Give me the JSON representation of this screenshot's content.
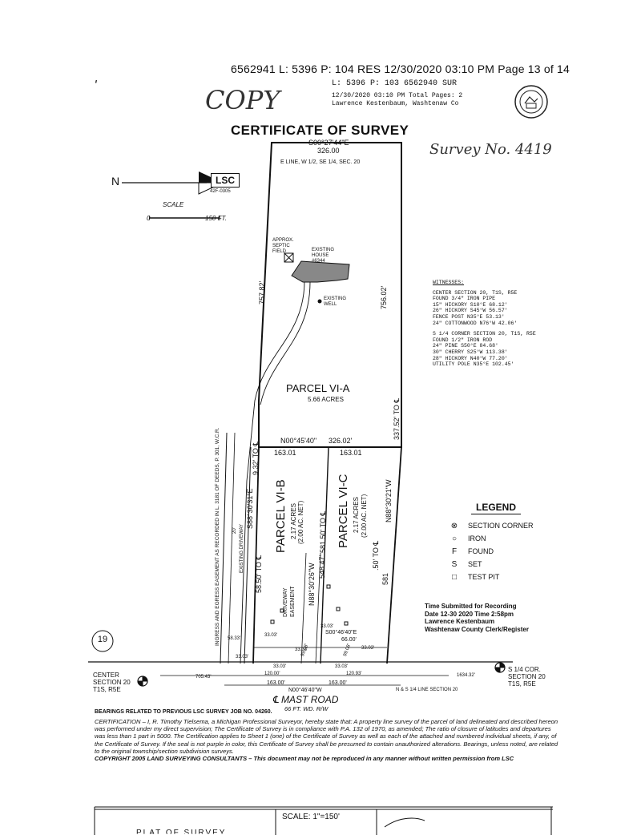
{
  "recording_header": {
    "line1": "6562941  L: 5396  P: 104  RES   12/30/2020  03:10 PM   Page 13 of 14",
    "line2": "L: 5396  P: 103   6562940    SUR",
    "line3": "12/30/2020 03:10 PM   Total Pages: 2",
    "line4": "Lawrence Kestenbaum, Washtenaw Co"
  },
  "copy_stamp": "COPY",
  "survey_no": "Survey No. 4419",
  "title": "CERTIFICATE OF SURVEY",
  "north_label": "N",
  "lsc_logo": "LSC",
  "lsc_number": "42F-0305",
  "scale_label": "SCALE",
  "scale_ticks": {
    "start": "0",
    "end": "150 FT."
  },
  "top_bearing": "S00°27'44\"E",
  "top_distance": "326.00",
  "top_line_label": "E LINE, W 1/2, SE 1/4, SEC. 20",
  "septic_label": [
    "APPROX.",
    "SEPTIC",
    "FIELD"
  ],
  "house_label": [
    "EXISTING",
    "HOUSE",
    "#6344"
  ],
  "well_label": [
    "EXISTING",
    "WELL"
  ],
  "left_distance": "757.82'",
  "right_distance": "756.02'",
  "parcel_va": {
    "name": "PARCEL VI-A",
    "acres": "5.66 ACRES"
  },
  "right_tie": "337.52' TO ℄",
  "mid_bearing": "N00°45'40\"",
  "mid_distance": "326.02'",
  "mid_sub1": "163.01",
  "mid_sub2": "163.01",
  "left_tie": "9.32' TO ℄",
  "left_bearing": "S88°30'31\"E",
  "left_bottom": "58.50' TO ℄",
  "drive_label": "EXISTING DRIVEWAY",
  "drive_width": "20'",
  "easement_note": "INGRESS AND EGRESS EASEMENT AS RECORDED IN L. 3181 OF DEEDS, P. 301, W.C.R.",
  "parcel_vb": {
    "name": "PARCEL VI-B",
    "acres": "2.17 ACRES",
    "net": "(2.00 AC. NET)"
  },
  "parcel_vc": {
    "name": "PARCEL VI-C",
    "acres": "2.17 ACRES",
    "net": "(2.00 AC. NET)"
  },
  "center_line_1": "581.50' TO ℄",
  "center_line_2": "548.47'",
  "center_bearing": "N88°30'26\"W",
  "right_bearing": "N88°30'21\"W",
  "right_lower": ".50' TO ℄",
  "right_lower2": "581",
  "driveway_easement": "DRIVEWAY EASEMENT",
  "small_bearing": "S00°46'40\"E",
  "small_dist": "66.00'",
  "small_dims": [
    "33.03'",
    "33.03'",
    "33.03'",
    "33.03'",
    "33.03'",
    "99.08'",
    "99.08'"
  ],
  "bottom_sub": [
    "120.00'",
    "163.00'",
    "163.00'",
    "120.93'",
    "33.03'",
    "33.03'"
  ],
  "bottom_bearing": "N00°46'40\"W",
  "left_corner_dist": "58.33'",
  "far_left_dist": "705.43'",
  "far_right_dist": "1634.32'",
  "center_section": [
    "CENTER",
    "SECTION 20",
    "T1S, R5E"
  ],
  "s_quarter": [
    "S 1/4 COR.",
    "SECTION 20",
    "T1S, R5E"
  ],
  "ns_line": "N & S 1/4 LINE SECTION 20",
  "road": {
    "name": "℄ MAST ROAD",
    "width": "66 FT. WD. R/W"
  },
  "circle_number": "19",
  "witnesses": {
    "title": "WITNESSES:",
    "group1": [
      "CENTER SECTION 20, T1S, R5E",
      "FOUND 3/4\" IRON PIPE",
      "15\"  HICKORY    S10°E   68.12'",
      "26\"  HICKORY    S45°W   56.57'",
      "FENCE POST       N35°E   53.13'",
      "24\"  COTTONWOOD  N76°W   42.06'"
    ],
    "group2": [
      "S 1/4 CORNER SECTION 20, T1S, R5E",
      "FOUND 1/2\" IRON ROD",
      "24\"  PINE       S50°E   84.68'",
      "30\"  CHERRY     S25°W  113.38'",
      "28\"  HICKORY    N40°W   77.20'",
      "UTILITY POLE     N35°E  102.45'"
    ]
  },
  "legend": {
    "title": "LEGEND",
    "items": [
      {
        "symbol": "⊗",
        "label": "SECTION CORNER"
      },
      {
        "symbol": "○",
        "label": "IRON"
      },
      {
        "symbol": "F",
        "label": "FOUND"
      },
      {
        "symbol": "S",
        "label": "SET"
      },
      {
        "symbol": "□",
        "label": "TEST PIT"
      }
    ]
  },
  "recording_stamp": {
    "line1": "Time Submitted for Recording",
    "line2": "Date 12-30 2020 Time 2:58pm",
    "line3": "Lawrence Kestenbaum",
    "line4": "Washtenaw County Clerk/Register"
  },
  "bearings_note": "BEARINGS RELATED TO PREVIOUS LSC SURVEY JOB NO. 04260.",
  "certification": "CERTIFICATION – I, R. Timothy Tielsema, a Michigan Professional Surveyor, hereby state that: A property line survey of the parcel of land delineated and described hereon was performed under my direct supervision; The Certificate of Survey is in compliance with P.A. 132 of 1970, as amended; The ratio of closure of latitudes and departures was less than 1 part in 5000. The Certification applies to Sheet 1 (one) of the Certificate of Survey as well as each of the attached and numbered individual sheets, if any, of the Certificate of Survey. If the seal is not purple in color, this Certificate of Survey shall be presumed to contain unauthorized alterations. Bearings, unless noted, are related to the original township/section subdivision surveys.",
  "copyright": "COPYRIGHT 2005 LAND SURVEYING CONSULTANTS – This document may not be reproduced in any manner without written permission from LSC",
  "footer_scale": "SCALE:  1\"=150'",
  "footer_partial": "PLAT OF SURVEY"
}
